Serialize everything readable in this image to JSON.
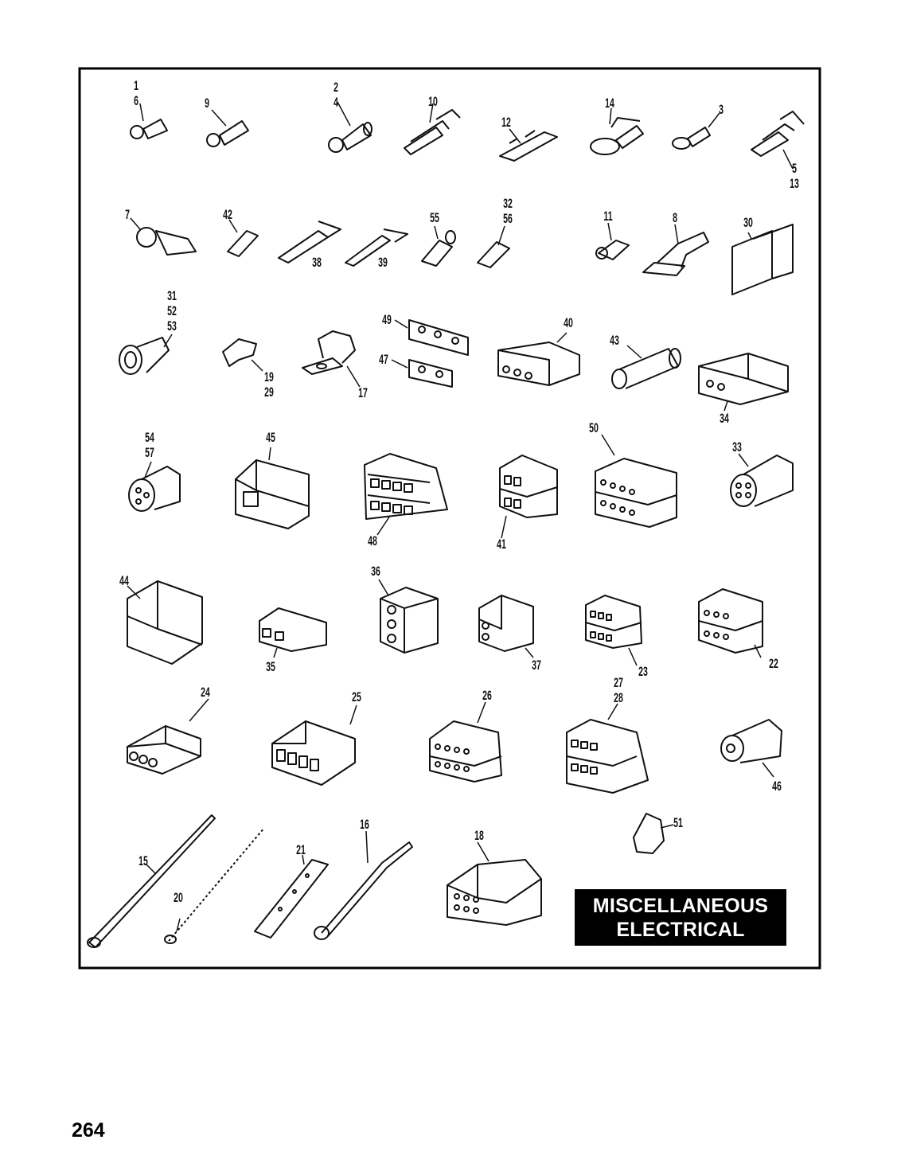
{
  "section_title": [
    "MISCELLANEOUS",
    "ELECTRICAL"
  ],
  "page_number": "264",
  "part_labels": [
    {
      "id": "l-1-6",
      "text": "1\n6"
    },
    {
      "id": "l-9",
      "text": "9"
    },
    {
      "id": "l-2-4",
      "text": "2\n4"
    },
    {
      "id": "l-10",
      "text": "10"
    },
    {
      "id": "l-12",
      "text": "12"
    },
    {
      "id": "l-14",
      "text": "14"
    },
    {
      "id": "l-3",
      "text": "3"
    },
    {
      "id": "l-5-13",
      "text": "5\n13"
    },
    {
      "id": "l-7",
      "text": "7"
    },
    {
      "id": "l-42",
      "text": "42"
    },
    {
      "id": "l-38",
      "text": "38"
    },
    {
      "id": "l-39",
      "text": "39"
    },
    {
      "id": "l-55",
      "text": "55"
    },
    {
      "id": "l-32-56",
      "text": "32\n56"
    },
    {
      "id": "l-11",
      "text": "11"
    },
    {
      "id": "l-8",
      "text": "8"
    },
    {
      "id": "l-30",
      "text": "30"
    },
    {
      "id": "l-31-52-53",
      "text": "31\n52\n53"
    },
    {
      "id": "l-49",
      "text": "49"
    },
    {
      "id": "l-47",
      "text": "47"
    },
    {
      "id": "l-40",
      "text": "40"
    },
    {
      "id": "l-43",
      "text": "43"
    },
    {
      "id": "l-19-29",
      "text": "19\n29"
    },
    {
      "id": "l-17",
      "text": "17"
    },
    {
      "id": "l-34",
      "text": "34"
    },
    {
      "id": "l-54-57",
      "text": "54\n57"
    },
    {
      "id": "l-45",
      "text": "45"
    },
    {
      "id": "l-50",
      "text": "50"
    },
    {
      "id": "l-33",
      "text": "33"
    },
    {
      "id": "l-48",
      "text": "48"
    },
    {
      "id": "l-41",
      "text": "41"
    },
    {
      "id": "l-44",
      "text": "44"
    },
    {
      "id": "l-36",
      "text": "36"
    },
    {
      "id": "l-35",
      "text": "35"
    },
    {
      "id": "l-37",
      "text": "37"
    },
    {
      "id": "l-23",
      "text": "23"
    },
    {
      "id": "l-22",
      "text": "22"
    },
    {
      "id": "l-24",
      "text": "24"
    },
    {
      "id": "l-25",
      "text": "25"
    },
    {
      "id": "l-26",
      "text": "26"
    },
    {
      "id": "l-27-28",
      "text": "27\n28"
    },
    {
      "id": "l-46",
      "text": "46"
    },
    {
      "id": "l-15",
      "text": "15"
    },
    {
      "id": "l-20",
      "text": "20"
    },
    {
      "id": "l-21",
      "text": "21"
    },
    {
      "id": "l-16",
      "text": "16"
    },
    {
      "id": "l-18",
      "text": "18"
    },
    {
      "id": "l-51",
      "text": "51"
    }
  ]
}
